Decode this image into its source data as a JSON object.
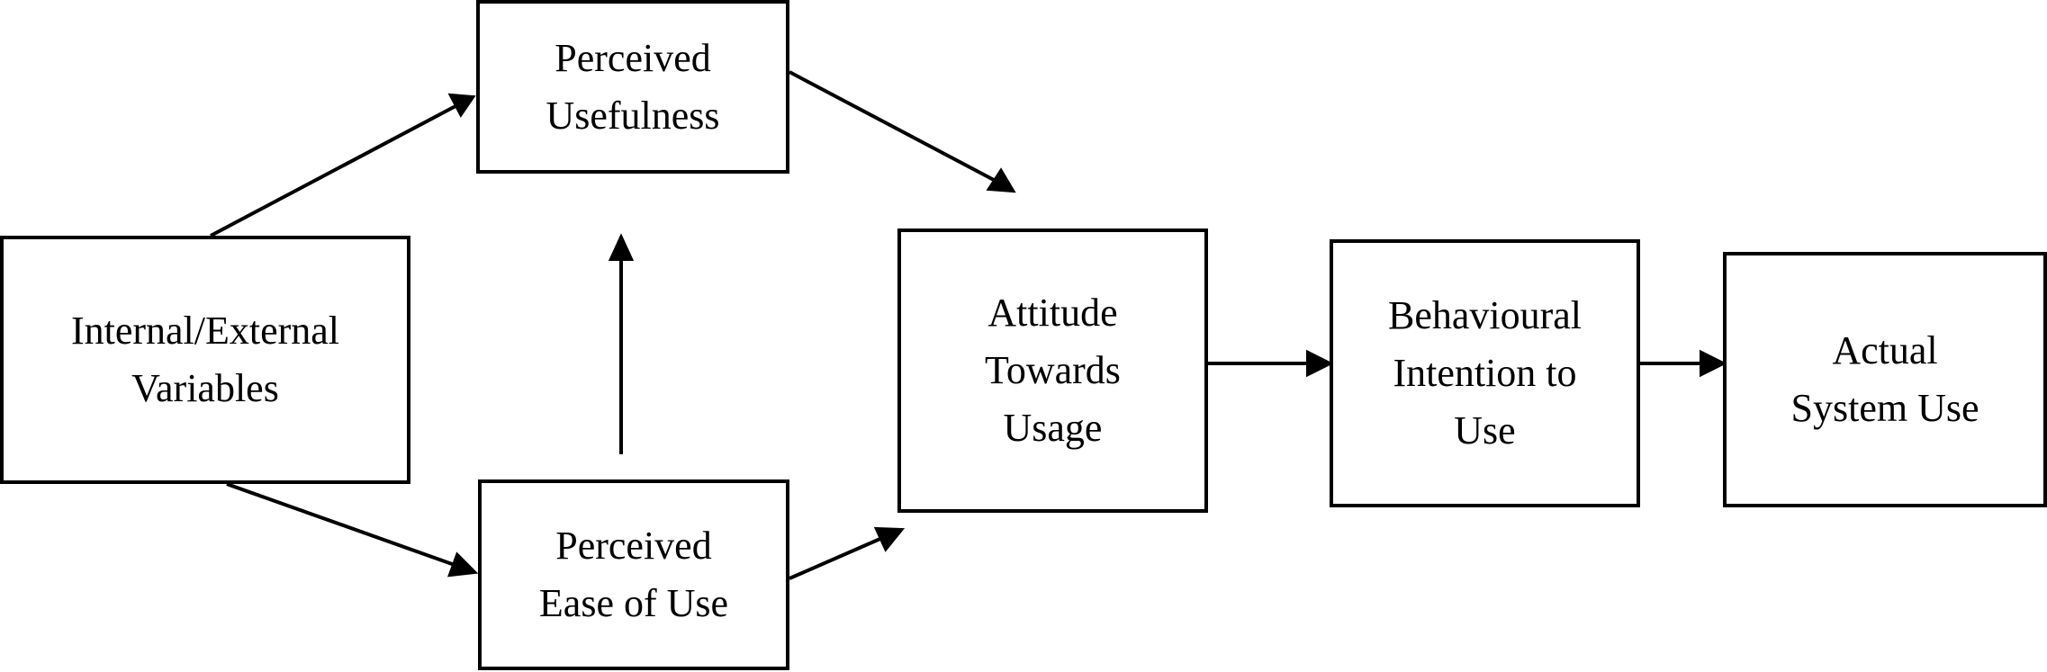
{
  "nodes": {
    "internal_external": {
      "label": "Internal/External\nVariables"
    },
    "perceived_usefulness": {
      "label": "Perceived\nUsefulness"
    },
    "perceived_ease_of_use": {
      "label": "Perceived\nEase of Use"
    },
    "attitude": {
      "label": "Attitude\nTowards\nUsage"
    },
    "behavioural_intention": {
      "label": "Behavioural\nIntention to\nUse"
    },
    "actual_use": {
      "label": "Actual\nSystem Use"
    }
  },
  "edges": [
    {
      "from": "internal_external",
      "to": "perceived_usefulness"
    },
    {
      "from": "internal_external",
      "to": "perceived_ease_of_use"
    },
    {
      "from": "perceived_ease_of_use",
      "to": "perceived_usefulness"
    },
    {
      "from": "perceived_usefulness",
      "to": "attitude"
    },
    {
      "from": "perceived_ease_of_use",
      "to": "attitude"
    },
    {
      "from": "attitude",
      "to": "behavioural_intention"
    },
    {
      "from": "behavioural_intention",
      "to": "actual_use"
    }
  ],
  "colors": {
    "stroke": "#000000",
    "background": "#ffffff"
  }
}
